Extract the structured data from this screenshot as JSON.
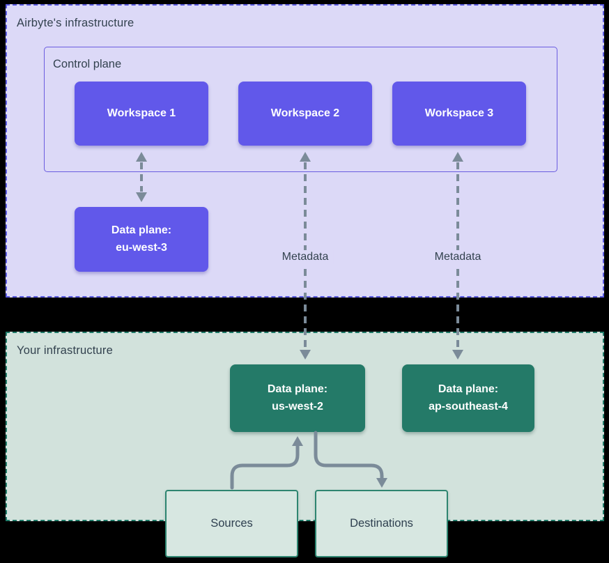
{
  "airbyte": {
    "label": "Airbyte's infrastructure",
    "control_plane": {
      "label": "Control plane",
      "workspaces": [
        "Workspace 1",
        "Workspace 2",
        "Workspace 3"
      ]
    },
    "data_plane": {
      "title": "Data plane:",
      "region": "eu-west-3"
    },
    "metadata_labels": [
      "Metadata",
      "Metadata"
    ]
  },
  "your": {
    "label": "Your infrastructure",
    "data_planes": [
      {
        "title": "Data plane:",
        "region": "us-west-2"
      },
      {
        "title": "Data plane:",
        "region": "ap-southeast-4"
      }
    ],
    "endpoints": [
      "Sources",
      "Destinations"
    ]
  },
  "colors": {
    "airbyte_section_bg": "#dcd9f7",
    "airbyte_border": "#5a5ae0",
    "workspace_box": "#6158ea",
    "your_section_bg": "#d2e2dc",
    "your_border": "#1f7a68",
    "data_plane_box": "#247a68",
    "arrow": "#7b8b99",
    "text_dark": "#33424f",
    "text_light": "#ffffff"
  }
}
